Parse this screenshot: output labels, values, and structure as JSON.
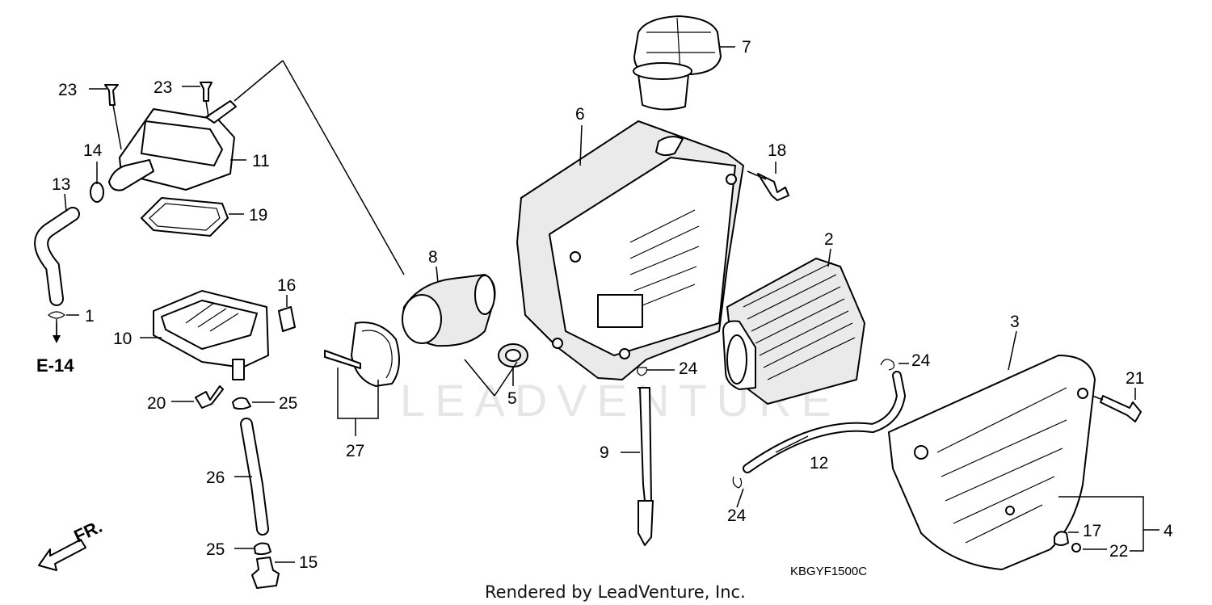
{
  "diagram": {
    "watermark": "LEADVENTURE",
    "credit": "Rendered by LeadVenture, Inc.",
    "figure_code": "KBGYF1500C",
    "reference_label": "E-14",
    "direction_label": "FR.",
    "callouts": {
      "c1": "1",
      "c2": "2",
      "c3": "3",
      "c4": "4",
      "c5": "5",
      "c6": "6",
      "c7": "7",
      "c8": "8",
      "c9": "9",
      "c10": "10",
      "c11": "11",
      "c12": "12",
      "c13": "13",
      "c14": "14",
      "c15": "15",
      "c16": "16",
      "c17": "17",
      "c18": "18",
      "c19": "19",
      "c20": "20",
      "c21": "21",
      "c22": "22",
      "c23a": "23",
      "c23b": "23",
      "c24a": "24",
      "c24b": "24",
      "c24c": "24",
      "c25a": "25",
      "c25b": "25",
      "c26": "26",
      "c27": "27"
    }
  }
}
